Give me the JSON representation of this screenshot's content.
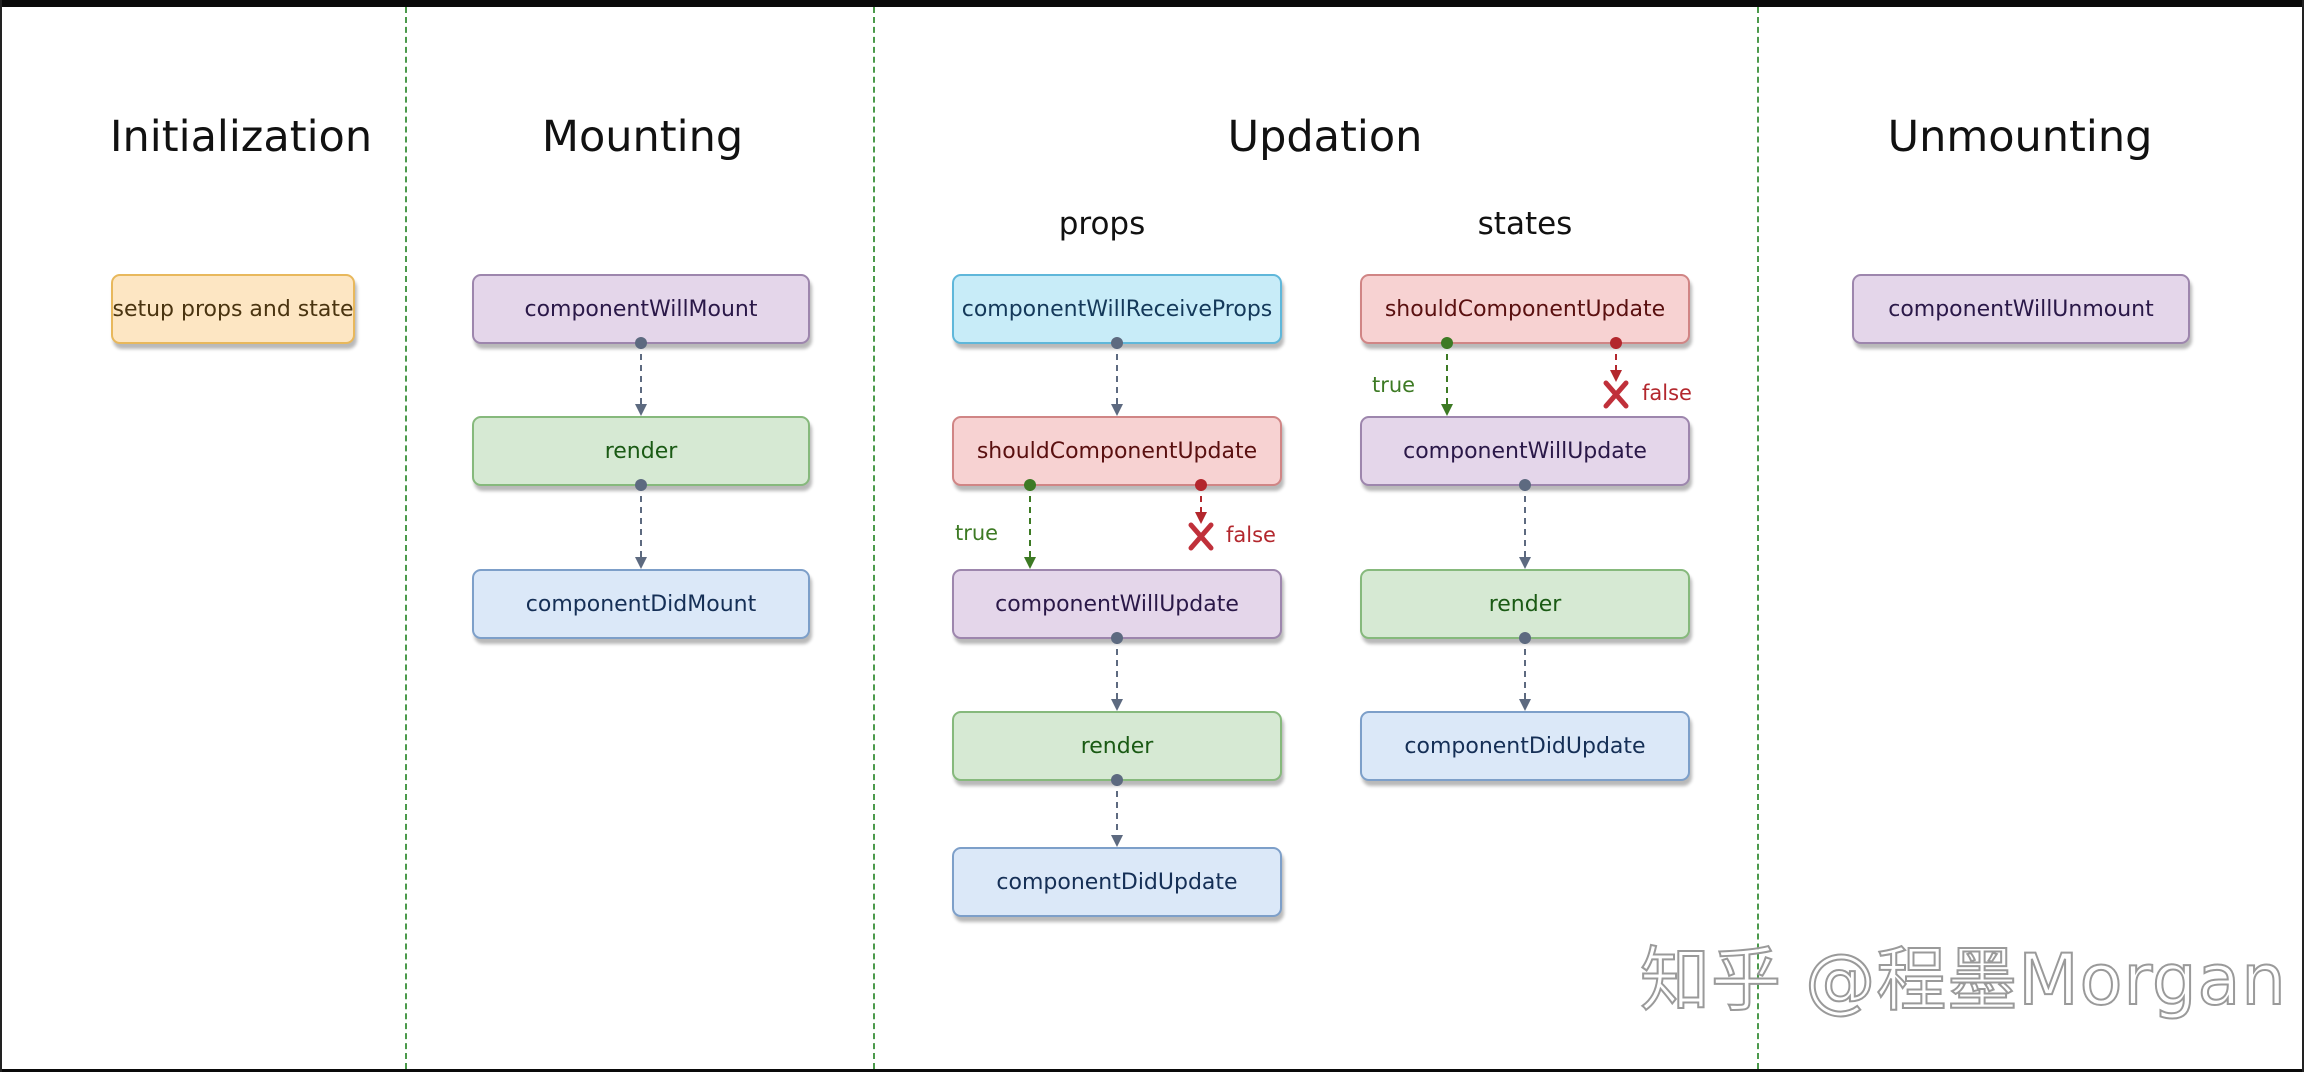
{
  "columns": {
    "initialization": {
      "title": "Initialization",
      "box": "setup props and state"
    },
    "mounting": {
      "title": "Mounting",
      "boxes": [
        "componentWillMount",
        "render",
        "componentDidMount"
      ]
    },
    "updation": {
      "title": "Updation",
      "props": {
        "title": "props",
        "boxes": [
          "componentWillReceiveProps",
          "shouldComponentUpdate",
          "componentWillUpdate",
          "render",
          "componentDidUpdate"
        ]
      },
      "states": {
        "title": "states",
        "boxes": [
          "shouldComponentUpdate",
          "componentWillUpdate",
          "render",
          "componentDidUpdate"
        ]
      }
    },
    "unmounting": {
      "title": "Unmounting",
      "box": "componentWillUnmount"
    }
  },
  "edge_labels": {
    "true": "true",
    "false": "false"
  },
  "watermark": "知乎 @程墨Morgan",
  "colors": {
    "setup": "#fde6c3",
    "will_mount": "#e4d6ea",
    "render": "#d6e9d3",
    "did": "#dbe8f8",
    "receive_props": "#c8ecf8",
    "should_update": "#f7d2d2",
    "true_label": "#3d7a24",
    "false_label": "#b3272d",
    "divider": "#4c9a4c"
  }
}
